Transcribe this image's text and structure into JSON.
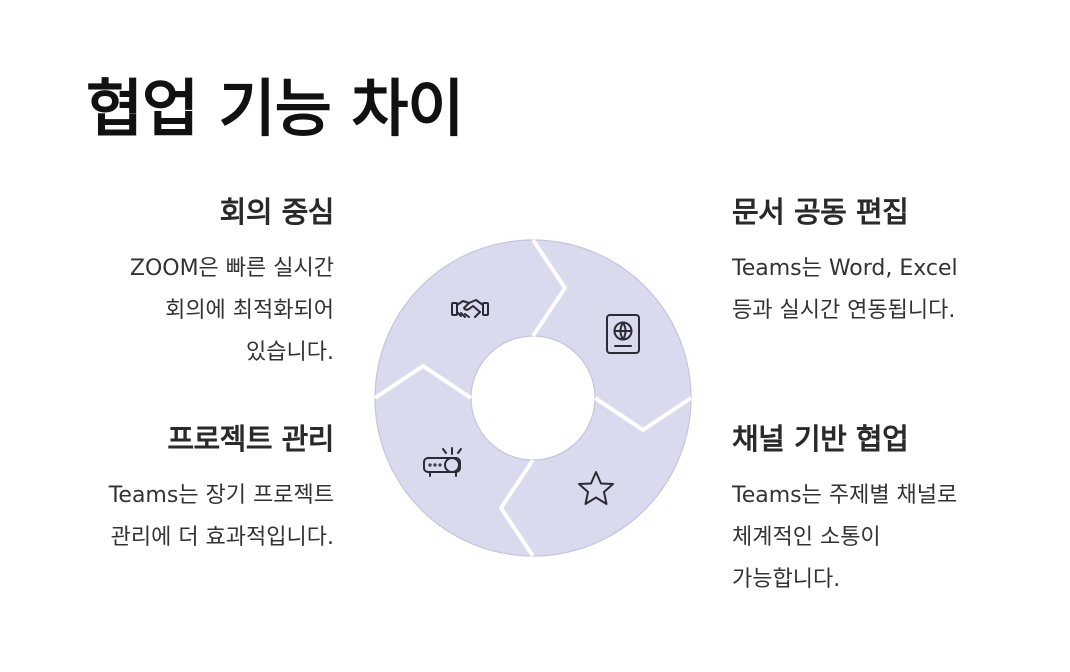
{
  "title": "협업 기능 차이",
  "blocks": {
    "top_left": {
      "heading": "회의 중심",
      "text": "ZOOM은 빠른 실시간 회의에 최적화되어 있습니다."
    },
    "bottom_left": {
      "heading": "프로젝트 관리",
      "text": "Teams는 장기 프로젝트 관리에 더 효과적입니다."
    },
    "top_right": {
      "heading": "문서 공동 편집",
      "text": "Teams는 Word, Excel 등과 실시간 연동됩니다."
    },
    "bottom_right": {
      "heading": "채널 기반 협업",
      "text": "Teams는 주제별 채널로 체계적인 소통이 가능합니다."
    }
  },
  "cycle": {
    "segment_color": "#dadaef",
    "icons": {
      "top_left": "handshake-icon",
      "top_right": "passport-icon",
      "bottom_right": "star-icon",
      "bottom_left": "projector-icon"
    }
  }
}
